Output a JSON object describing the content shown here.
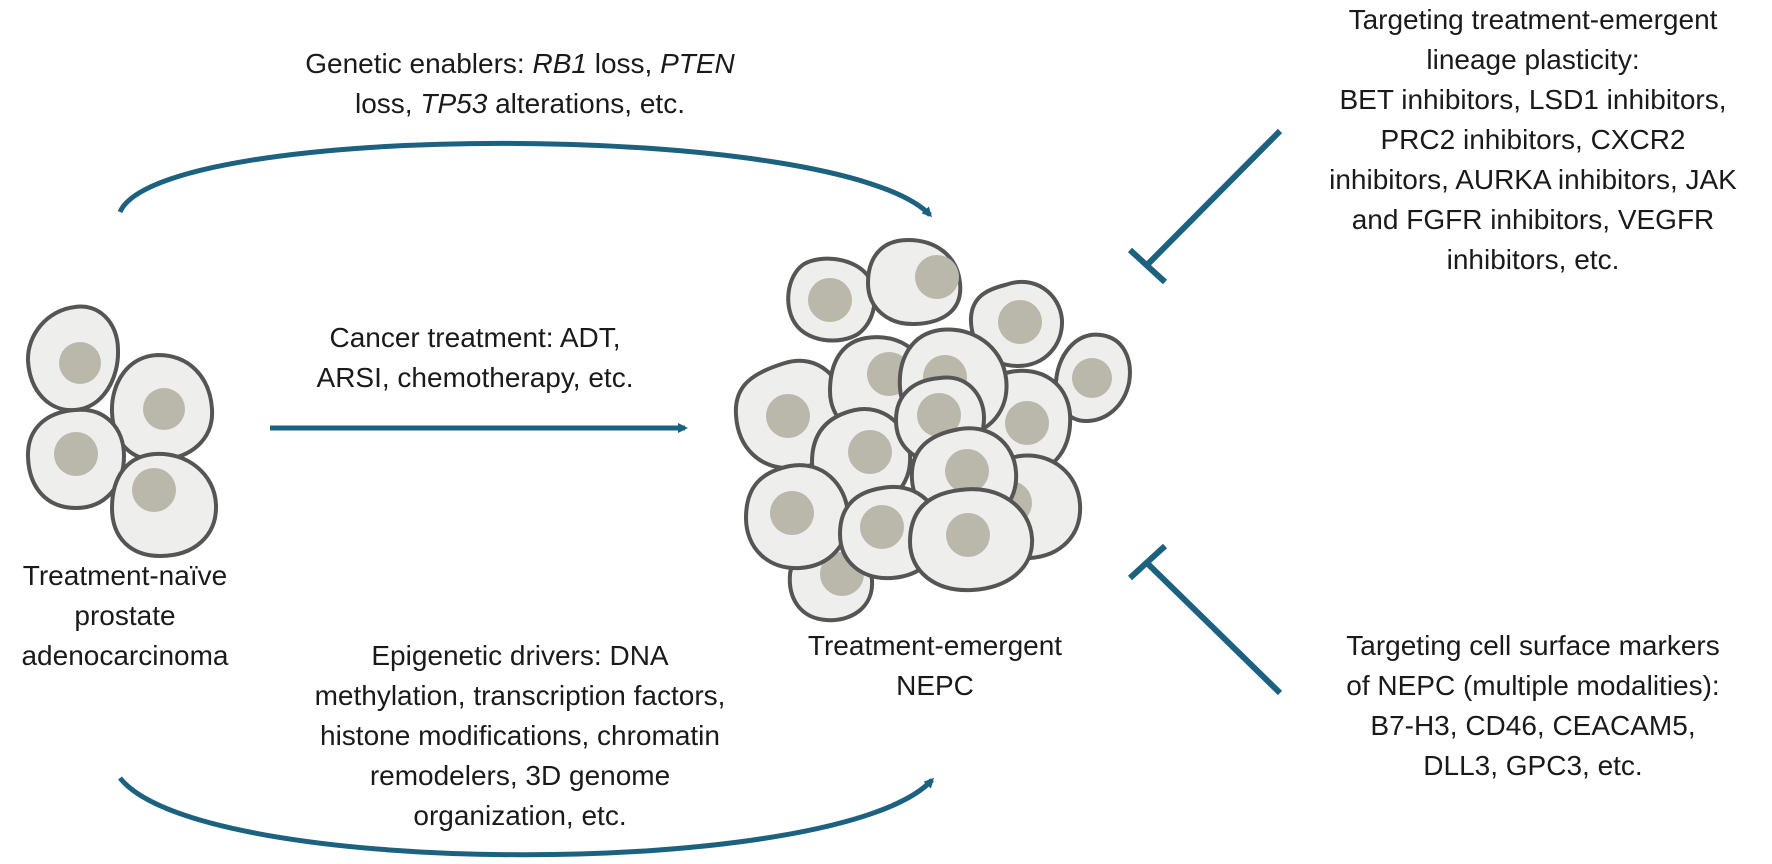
{
  "colors": {
    "arrow": "#1c6180",
    "cell_fill": "#eeeeec",
    "cell_outline": "#555555",
    "nucleus": "#bab8ab"
  },
  "labels": {
    "naive": [
      "Treatment-naïve",
      "prostate",
      "adenocarcinoma"
    ],
    "nepc": [
      "Treatment-emergent",
      "NEPC"
    ],
    "genetic": {
      "prefix": "Genetic enablers: ",
      "rb1": "RB1",
      "rb1_suffix": " loss, ",
      "pten": "PTEN",
      "line2_start": "loss, ",
      "tp53": "TP53",
      "tp53_suffix": " alterations, etc."
    },
    "treatment": [
      "Cancer treatment: ADT,",
      "ARSI, chemotherapy, etc."
    ],
    "epigenetic": [
      "Epigenetic drivers: DNA",
      "methylation, transcription factors,",
      "histone modifications, chromatin",
      "remodelers, 3D genome",
      "organization, etc."
    ],
    "plasticity": [
      "Targeting treatment-emergent",
      "lineage plasticity:",
      "BET inhibitors, LSD1 inhibitors,",
      "PRC2 inhibitors, CXCR2",
      "inhibitors, AURKA inhibitors, JAK",
      "and FGFR inhibitors, VEGFR",
      "inhibitors, etc."
    ],
    "surface": [
      "Targeting cell surface markers",
      "of NEPC (multiple modalities):",
      "B7-H3, CD46, CEACAM5,",
      "DLL3, GPC3, etc."
    ]
  }
}
